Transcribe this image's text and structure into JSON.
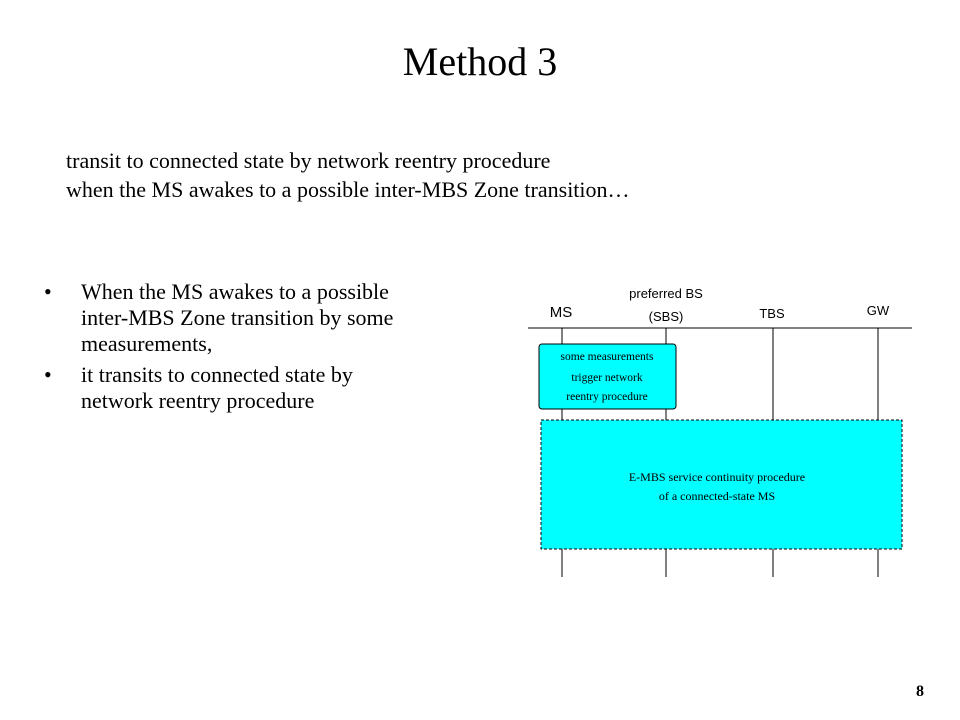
{
  "slide": {
    "title": "Method 3",
    "subtitle_lines": [
      "transit to connected state by network reentry procedure",
      "when the MS awakes to a possible inter-MBS Zone transition…"
    ],
    "bullets": [
      {
        "marker": "•",
        "lines": [
          "When the MS awakes to a possible",
          "inter-MBS Zone transition by some",
          "measurements,"
        ]
      },
      {
        "marker": "•",
        "lines": [
          "it transits to connected state by",
          "network reentry procedure"
        ]
      }
    ],
    "page_number": "8"
  },
  "diagram": {
    "entities": {
      "ms": "MS",
      "sbs_line1": "preferred BS",
      "sbs_line2": "(SBS)",
      "tbs": "TBS",
      "gw": "GW"
    },
    "measure_box": {
      "lines": [
        "some measurements",
        "trigger network",
        "reentry procedure"
      ],
      "fill": "#00ffff"
    },
    "continuity_box": {
      "lines": [
        "E-MBS service continuity procedure",
        "of a connected-state MS"
      ],
      "fill": "#00ffff"
    }
  }
}
